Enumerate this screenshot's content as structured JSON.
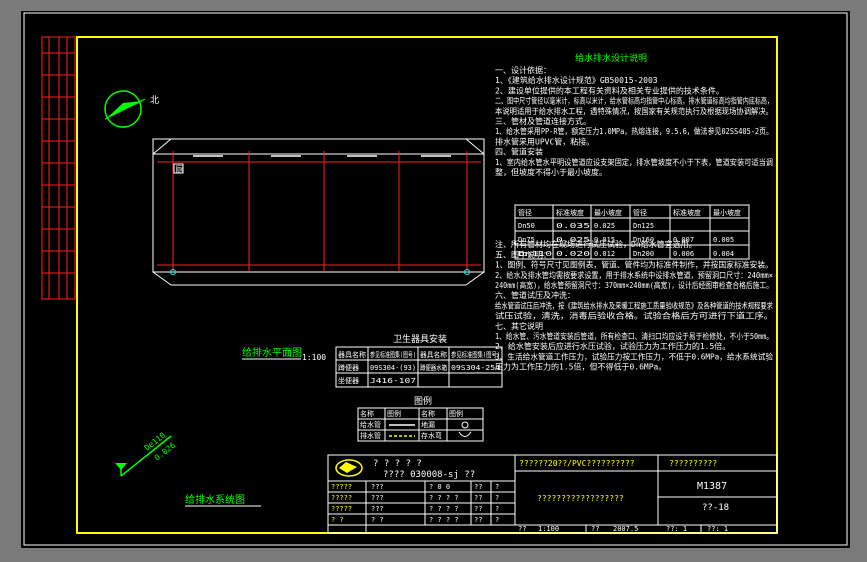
{
  "colors": {
    "frame": "#ffff00",
    "white": "#ffffff",
    "red": "#ff2020",
    "green": "#00ff00",
    "cyan": "#00ffff",
    "background": "#000000"
  },
  "plan": {
    "room_tag": "厕",
    "title": "给排水平面图",
    "scale": "1:100"
  },
  "north": {
    "label": "北"
  },
  "system": {
    "title": "给排水系统图",
    "pipe_labels": [
      "De110",
      "0.026"
    ]
  },
  "notes": {
    "title": "给水排水设计说明",
    "lines": [
      "一、设计依据：",
      "   1、《建筑给水排水设计规范》GB50015-2003",
      "   2、建设单位提供的本工程有关资料及相关专业提供的技术条件。",
      "二、图中尺寸管径以毫米计，标高以米计，给水管标高均指管中心标高，排水管道标高均指管内底标高，",
      "   本说明适用于给水排水工程，遇特殊情况，按国家有关规范执行及根据现场协调解决。",
      "三、管材及管道连接方式。",
      "1、给水管采用PP-R管，额定压力1.0MPa，热熔连接，9.5.6，做法参见02SS405-2页。",
      "   排水管采用UPVC管，粘接。",
      "四、管道安装",
      "1、室内给水管水平明设管道应设支架固定，排水管坡度不小于下表，管道安装可适当调",
      "   整，但坡度不得小于最小坡度。",
      "注、所有管材均在现场进行试压试验，Dn给水管宜选用。",
      "五、图中说明：",
      "1、图例、符号尺寸见图例表，管道、管件均为标准件制作，并按国家标准安装。",
      "2、给水及排水管均需按要求设置，用于排水系统中设排水管道，预留洞口尺寸：240mm×",
      "   240mm(高宽)，给水管预留洞尺寸：370mm×240mm(高宽)，设计后经图审检查合格后施工。",
      "六、管道试压及冲洗：",
      "   给水管道试压后冲洗，按《建筑给水排水及采暖工程施工质量验收规范》及各种管道的技术规程要求",
      "   试压试验，清洗，消毒后验收合格。试验合格后方可进行下道工序。",
      "七、其它说明",
      "1、给水管、污水管道安装后管道，所有检查口、清扫口均应设于易于检修处，不小于50mm。",
      "2、给水管安装后应进行水压试验，试验压力为工作压力的1.5倍。",
      "3、生活给水管道工作压力，试验压力按工作压力，不低于0.6MPa，给水系统试验",
      "   压力为工作压力的1.5倍，但不得低于0.6MPa。"
    ],
    "slope_table": {
      "headers": [
        "管径",
        "标准坡度",
        "最小坡度",
        "管径",
        "标准坡度",
        "最小坡度"
      ],
      "rows": [
        [
          "Dn50",
          "0.035",
          "0.025",
          "Dn125",
          "",
          ""
        ],
        [
          "Dn75",
          "0.025",
          "0.015",
          "Dn160",
          "0.007",
          "0.005"
        ],
        [
          "Dn110",
          "0.020",
          "0.012",
          "Dn200",
          "0.006",
          "0.004"
        ]
      ]
    }
  },
  "fixtures": {
    "title": "卫生器具安装",
    "headers": [
      "器具名称",
      "参见标准图集(图号)",
      "器具名称",
      "参见标准图集(图号)"
    ],
    "rows": [
      [
        "蹲便器",
        "09S304-(93)",
        "蹲便器水箱",
        "09S304-254"
      ],
      [
        "坐便器",
        "J416-107",
        "",
        ""
      ]
    ]
  },
  "legend": {
    "title": "图例",
    "headers": [
      "名称",
      "图例",
      "名称",
      "图例"
    ],
    "rows": [
      [
        "给水管",
        "",
        "地漏",
        ""
      ],
      [
        "排水管",
        "",
        "存水弯",
        ""
      ]
    ]
  },
  "title_block": {
    "org": "? ? ? ? ?",
    "code": "???? 030008-sj ??",
    "project": "??????20??/PVC??????????",
    "drawing_name": "??????????????????",
    "label_a": "??????????",
    "drawing_no": "M1387",
    "sheet": "??-18",
    "scale_label": "??",
    "scale": "1:100",
    "date_label": "??",
    "date": "2007.5",
    "page_a": "??: 1",
    "page_b": "??: 1",
    "rows_left": [
      [
        "?????",
        "???"
      ],
      [
        "?????",
        "???"
      ],
      [
        "?????",
        "???"
      ],
      [
        "? ?",
        "? ?"
      ]
    ],
    "sig_mid": [
      [
        "? 0 0",
        "??",
        "?"
      ],
      [
        "? ? ? ?",
        "??",
        "?"
      ],
      [
        "? ? ? ?",
        "??",
        "?"
      ],
      [
        "? ? ? ?",
        "??",
        "?"
      ]
    ]
  }
}
